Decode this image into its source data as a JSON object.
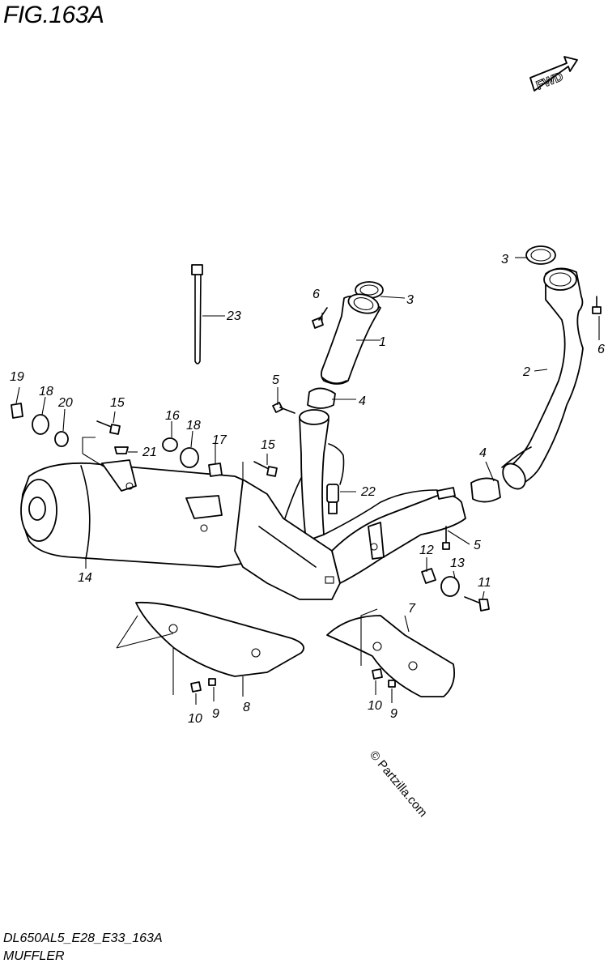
{
  "figure": {
    "title": "FIG.163A",
    "code": "DL650AL5_E28_E33_163A",
    "name": "MUFFLER",
    "fwd_label": "FWD",
    "watermark": "© Partzilla.com"
  },
  "callouts": [
    "1",
    "2",
    "3",
    "3",
    "4",
    "4",
    "5",
    "5",
    "6",
    "6",
    "7",
    "8",
    "9",
    "9",
    "10",
    "10",
    "11",
    "12",
    "13",
    "14",
    "15",
    "15",
    "16",
    "17",
    "18",
    "18",
    "19",
    "20",
    "21",
    "22",
    "23"
  ]
}
